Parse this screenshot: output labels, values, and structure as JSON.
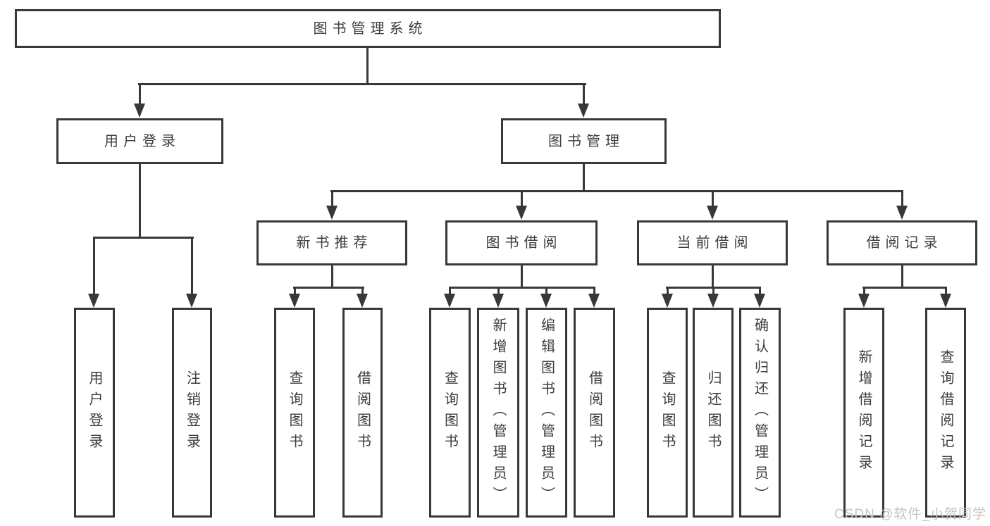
{
  "diagram": {
    "title_node": "图书管理系统",
    "root": "图书管理系统",
    "branches": [
      {
        "label": "用户登录",
        "children": [
          "用户登录",
          "注销登录"
        ]
      },
      {
        "label": "图书管理",
        "sections": [
          {
            "label": "新书推荐",
            "children": [
              "查询图书",
              "借阅图书"
            ]
          },
          {
            "label": "图书借阅",
            "children": [
              "查询图书",
              "新增图书（管理员）",
              "编辑图书（管理员）",
              "借阅图书"
            ]
          },
          {
            "label": "当前借阅",
            "children": [
              "查询图书",
              "归还图书",
              "确认归还（管理员）"
            ]
          },
          {
            "label": "借阅记录",
            "children": [
              "新增借阅记录",
              "查询借阅记录"
            ]
          }
        ]
      }
    ]
  },
  "watermark": {
    "text": "CSDN @软件_小贺同学"
  },
  "colors": {
    "line": "#383838",
    "text": "#3d3d3d",
    "watermark": "#c5c5c5",
    "background": "#ffffff"
  }
}
